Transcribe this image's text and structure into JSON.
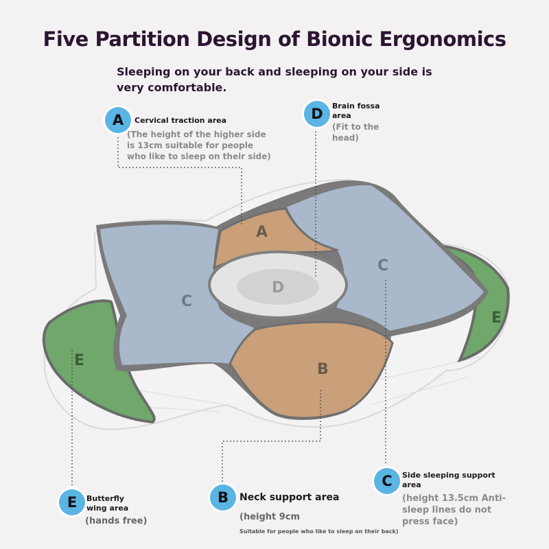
{
  "title": "Five Partition Design of Bionic Ergonomics",
  "subtitle": "Sleeping on your back and sleeping on your side is very comfortable.",
  "callouts": {
    "a": {
      "letter": "A",
      "title": "Cervical traction area",
      "desc": "(The height of the higher side is 13cm suitable for people who like to sleep on their side)"
    },
    "d": {
      "letter": "D",
      "title": "Brain fossa area",
      "desc": "(Fit to the head)"
    },
    "e": {
      "letter": "E",
      "title": "Butterfly wing area",
      "desc": "(hands free)"
    },
    "b": {
      "letter": "B",
      "title": "Neck support area",
      "desc": "(height 9cm",
      "note": "Suitable for people who like to sleep on their back)"
    },
    "c": {
      "letter": "C",
      "title": "Side sleeping support area",
      "desc": "(height 13.5cm Anti-sleep lines do not press face)"
    }
  },
  "zones": {
    "a": "A",
    "b": "B",
    "c_left": "C",
    "c_right": "C",
    "d": "D",
    "e_left": "E",
    "e_right": "E"
  },
  "colors": {
    "badge": "#5ab4e4",
    "zone_a_b": "#c9a07a",
    "zone_c": "#a9b9cb",
    "zone_e": "#6fa86a",
    "zone_d": "#e6e6e6",
    "trim": "#777777"
  }
}
